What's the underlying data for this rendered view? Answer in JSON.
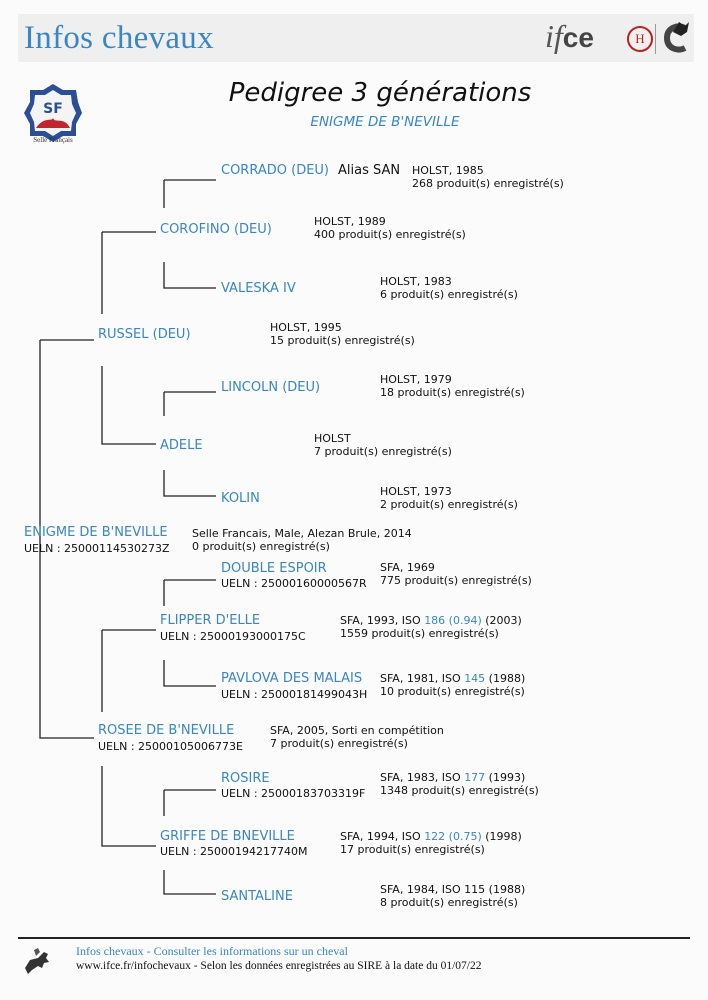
{
  "header": {
    "site_title": "Infos chevaux",
    "brand": {
      "i": "if",
      "ce": "ce",
      "haras_letter": "H",
      "c_letter": "C"
    }
  },
  "logo": {
    "initials": "SF",
    "caption": "Selle Français"
  },
  "page": {
    "title": "Pedigree 3 générations",
    "subject": "ENIGME DE B'NEVILLE"
  },
  "pedigree": {
    "subject": {
      "name": "ENIGME DE B'NEVILLE",
      "ueln": "UELN : 25000114530273Z",
      "info1": "Selle Francais, Male, Alezan Brule, 2014",
      "info2": "0 produit(s) enregistré(s)"
    },
    "sire": {
      "name": "RUSSEL (DEU)",
      "info1": "HOLST, 1995",
      "info2": "15 produit(s) enregistré(s)"
    },
    "sire_sire": {
      "name": "COROFINO (DEU)",
      "info1": "HOLST, 1989",
      "info2": "400 produit(s) enregistré(s)"
    },
    "sire_sire_sire": {
      "name": "CORRADO (DEU)",
      "alias": "Alias SAN",
      "info1": "HOLST, 1985",
      "info2": "268 produit(s) enregistré(s)"
    },
    "sire_sire_dam": {
      "name": "VALESKA IV",
      "info1": "HOLST, 1983",
      "info2": "6 produit(s) enregistré(s)"
    },
    "sire_dam": {
      "name": "ADELE",
      "info1": "HOLST",
      "info2": "7 produit(s) enregistré(s)"
    },
    "sire_dam_sire": {
      "name": "LINCOLN (DEU)",
      "info1": "HOLST, 1979",
      "info2": "18 produit(s) enregistré(s)"
    },
    "sire_dam_dam": {
      "name": "KOLIN",
      "info1": "HOLST, 1973",
      "info2": "2 produit(s) enregistré(s)"
    },
    "dam": {
      "name": "ROSEE DE B'NEVILLE",
      "ueln": "UELN : 25000105006773E",
      "info1": "SFA, 2005, Sorti en compétition",
      "info2": "7 produit(s) enregistré(s)"
    },
    "dam_sire": {
      "name": "FLIPPER D'ELLE",
      "ueln": "UELN : 25000193000175C",
      "info1_pre": "SFA, 1993, ISO ",
      "info1_iso": "186 (0.94)",
      "info1_post": " (2003)",
      "info2": "1559 produit(s) enregistré(s)"
    },
    "dam_sire_sire": {
      "name": "DOUBLE ESPOIR",
      "ueln": "UELN : 25000160000567R",
      "info1": "SFA, 1969",
      "info2": "775 produit(s) enregistré(s)"
    },
    "dam_sire_dam": {
      "name": "PAVLOVA DES MALAIS",
      "ueln": "UELN : 25000181499043H",
      "info1_pre": "SFA, 1981, ISO ",
      "info1_iso": "145",
      "info1_post": " (1988)",
      "info2": "10 produit(s) enregistré(s)"
    },
    "dam_dam": {
      "name": "GRIFFE DE BNEVILLE",
      "ueln": "UELN : 25000194217740M",
      "info1_pre": "SFA, 1994, ISO ",
      "info1_iso": "122 (0.75)",
      "info1_post": " (1998)",
      "info2": "17 produit(s) enregistré(s)"
    },
    "dam_dam_sire": {
      "name": "ROSIRE",
      "ueln": "UELN : 25000183703319F",
      "info1_pre": "SFA, 1983, ISO ",
      "info1_iso": "177",
      "info1_post": " (1993)",
      "info2": "1348 produit(s) enregistré(s)"
    },
    "dam_dam_dam": {
      "name": "SANTALINE",
      "info1": "SFA, 1984, ISO 115 (1988)",
      "info2": "8 produit(s) enregistré(s)"
    }
  },
  "footer": {
    "line1": "Infos chevaux - Consulter les informations sur un cheval",
    "line2": "www.ifce.fr/infochevaux - Selon les données enregistrées au SIRE à la date du 01/07/22"
  },
  "colors": {
    "accent": "#3a86c4",
    "text": "#111111",
    "haras_red": "#bb2222"
  }
}
